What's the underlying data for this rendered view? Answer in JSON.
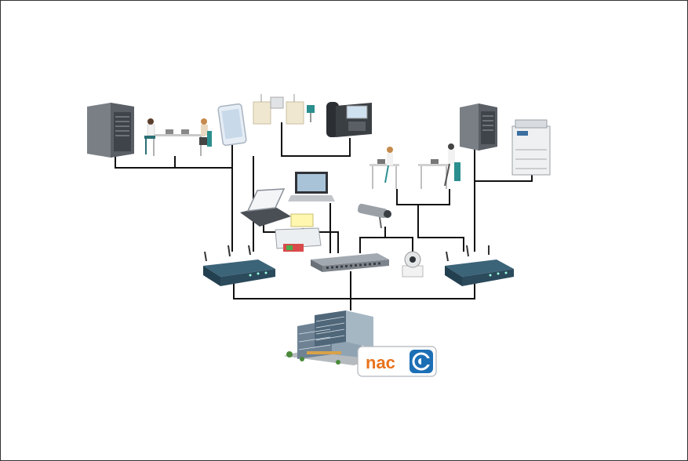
{
  "diagram": {
    "logo": {
      "text": "nac"
    },
    "nodes": [
      {
        "id": "server-left",
        "icon": "server-tower-icon"
      },
      {
        "id": "office-left",
        "icon": "office-workers-icon"
      },
      {
        "id": "smartphone",
        "icon": "smartphone-icon"
      },
      {
        "id": "iot-devices",
        "icon": "iot-devices-icon"
      },
      {
        "id": "ip-phone",
        "icon": "ip-phone-icon"
      },
      {
        "id": "tablet-keyboard",
        "icon": "tablet-keyboard-icon"
      },
      {
        "id": "laptop",
        "icon": "laptop-icon"
      },
      {
        "id": "printer",
        "icon": "printer-icon"
      },
      {
        "id": "security-camera",
        "icon": "security-camera-icon"
      },
      {
        "id": "ptz-camera",
        "icon": "ptz-camera-icon"
      },
      {
        "id": "office-right",
        "icon": "office-workers-icon"
      },
      {
        "id": "server-right",
        "icon": "server-tower-icon"
      },
      {
        "id": "copier",
        "icon": "copier-icon"
      },
      {
        "id": "router-left",
        "icon": "router-icon"
      },
      {
        "id": "switch",
        "icon": "network-switch-icon"
      },
      {
        "id": "router-right",
        "icon": "router-icon"
      },
      {
        "id": "headquarters",
        "icon": "office-building-icon"
      }
    ],
    "colors": {
      "line": "#111111",
      "router": "#2b4a5c",
      "switch": "#8c9299",
      "server": "#6e737a",
      "logo_orange": "#e8731c",
      "logo_blue": "#1d6fb5"
    }
  }
}
